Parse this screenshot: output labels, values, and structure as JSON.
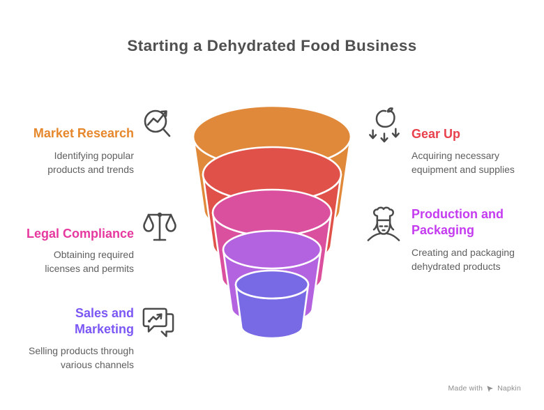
{
  "title": "Starting a Dehydrated Food Business",
  "steps": {
    "market_research": {
      "heading": "Market Research",
      "description": "Identifying popular\nproducts and trends",
      "color": "#E6872B",
      "icon": "magnifier-trend-icon"
    },
    "legal_compliance": {
      "heading": "Legal Compliance",
      "description": "Obtaining required\nlicenses and permits",
      "color": "#E6389E",
      "icon": "scales-icon"
    },
    "sales_marketing": {
      "heading": "Sales and\nMarketing",
      "description": "Selling products through\nvarious channels",
      "color": "#7B57F5",
      "icon": "chat-trend-icon"
    },
    "gear_up": {
      "heading": "Gear Up",
      "description": "Acquiring necessary\nequipment and supplies",
      "color": "#E8414C",
      "icon": "fruit-drying-icon"
    },
    "production_packaging": {
      "heading": "Production and\nPackaging",
      "description": "Creating and packaging\ndehydrated products",
      "color": "#C43BF0",
      "icon": "chef-icon"
    }
  },
  "funnel": {
    "layers": [
      "#E0893A",
      "#E05149",
      "#DB509E",
      "#B363E0",
      "#786AE5"
    ],
    "outline_color": "#FFFFFF"
  },
  "theme": {
    "title_color": "#4F4F4F",
    "body_text_color": "#5E5E5E",
    "icon_stroke_color": "#4A4A4A",
    "footer_text_color": "#8F8F8F",
    "background": "#FFFFFF"
  },
  "footer": {
    "made_with": "Made with",
    "brand": "Napkin"
  }
}
